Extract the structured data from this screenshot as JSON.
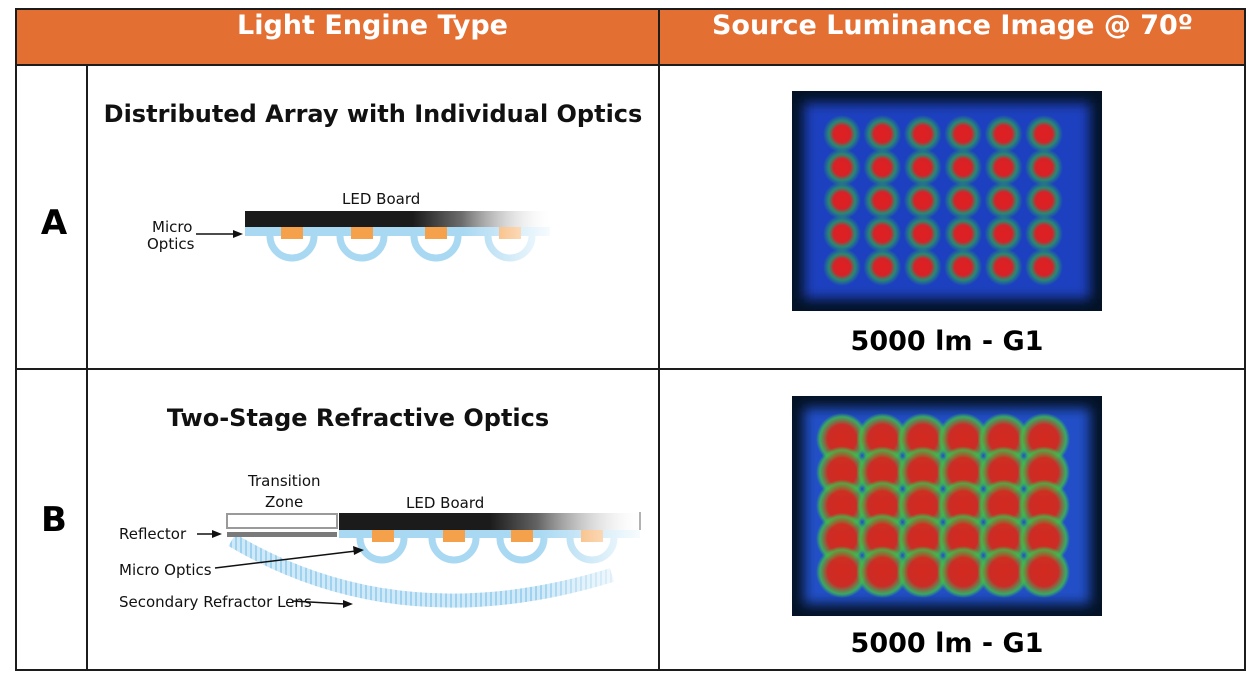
{
  "header": {
    "col1": "Light Engine Type",
    "col2": "Source Luminance Image @ 70º"
  },
  "rows": [
    {
      "letter": "A",
      "title": "Distributed Array with Individual Optics",
      "labels": {
        "led_board": "LED Board",
        "micro_optics_1": "Micro",
        "micro_optics_2": "Optics"
      },
      "caption": "5000 lm - G1",
      "luminance": {
        "grid_cols": 6,
        "grid_rows": 5,
        "background": "#1a3fc0",
        "spot": "#e02020",
        "halo": "#2fae4c"
      }
    },
    {
      "letter": "B",
      "title": "Two-Stage Refractive Optics",
      "labels": {
        "transition_1": "Transition",
        "transition_2": "Zone",
        "led_board": "LED Board",
        "reflector": "Reflector",
        "micro_optics": "Micro Optics",
        "secondary": "Secondary Refractor Lens"
      },
      "caption": "5000 lm - G1",
      "luminance": {
        "grid_cols": 6,
        "grid_rows": 5,
        "background": "#2050c8",
        "spot": "#d42a1e",
        "halo": "#3fbf4a"
      }
    }
  ],
  "colors": {
    "header": "#e46f33",
    "led": "#f5a04a",
    "optic": "#a8d8f2",
    "board": "#1b1b1b"
  }
}
